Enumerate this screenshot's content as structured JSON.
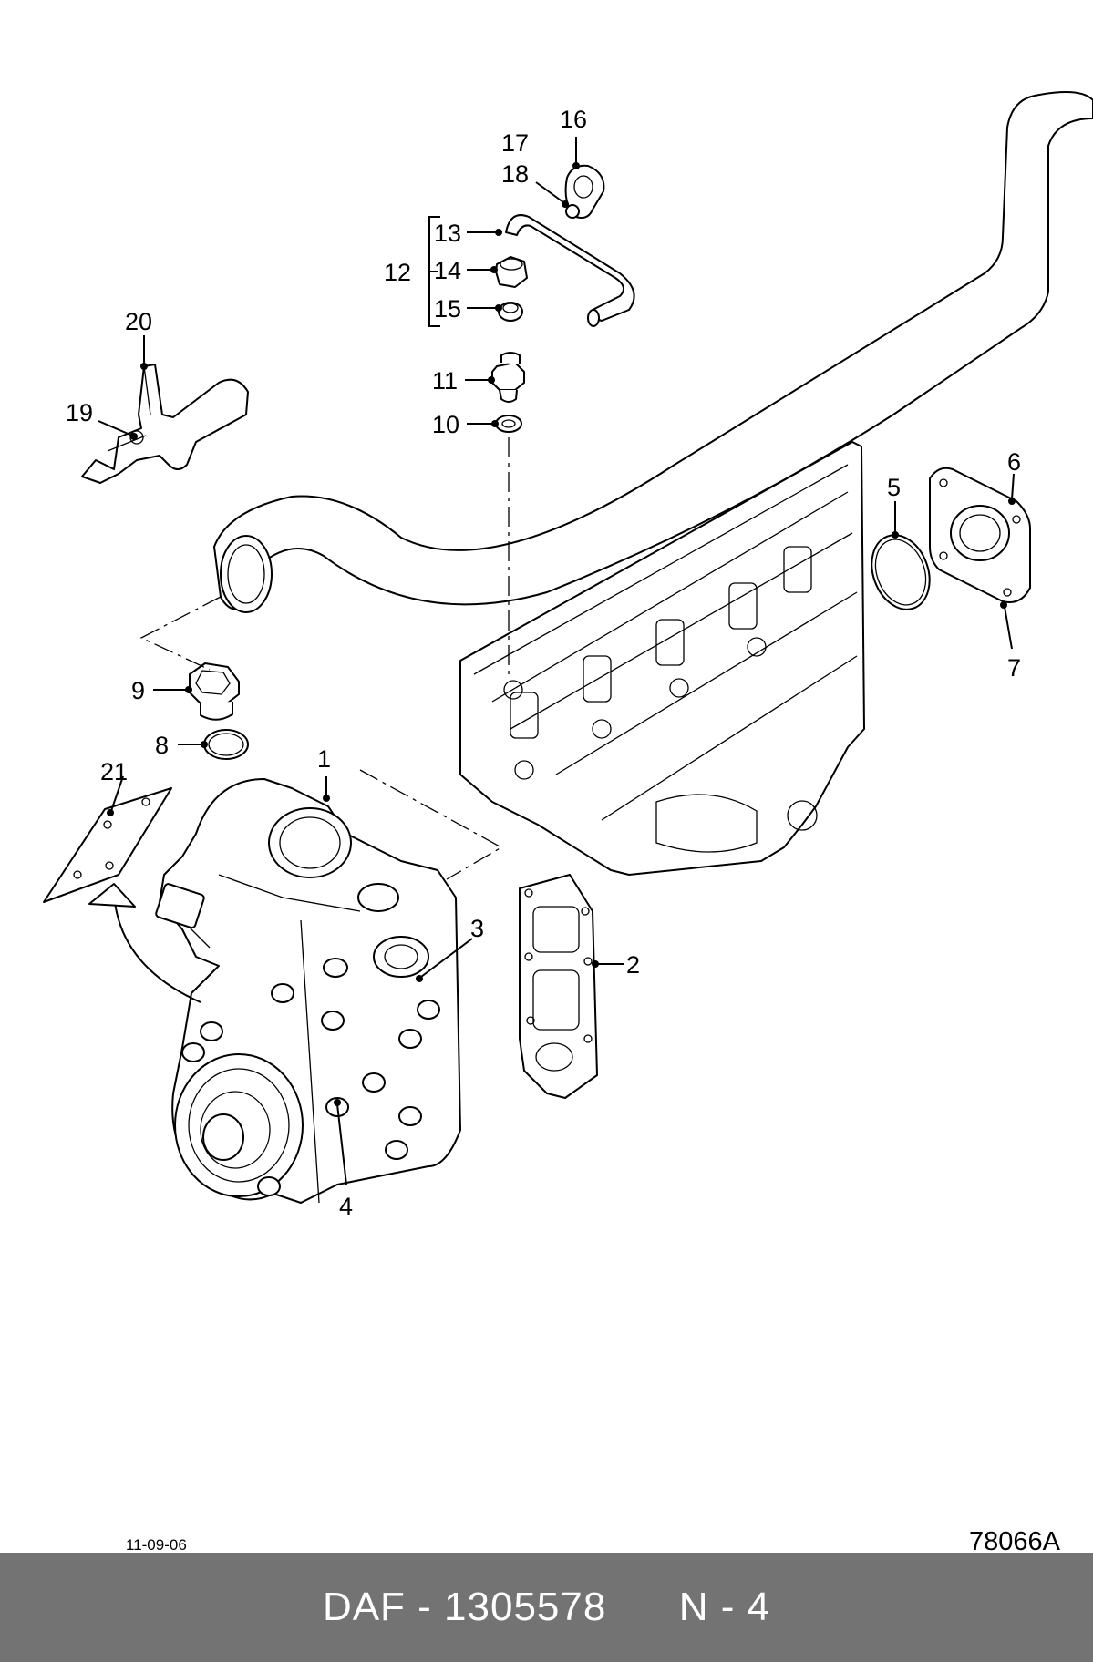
{
  "diagram": {
    "callouts": [
      "1",
      "2",
      "3",
      "4",
      "5",
      "6",
      "7",
      "8",
      "9",
      "10",
      "11",
      "12",
      "13",
      "14",
      "15",
      "16",
      "17",
      "18",
      "19",
      "20",
      "21"
    ],
    "date": "11-09-06",
    "drawing_code": "78066A"
  },
  "banner": {
    "brand": "DAF",
    "separator": " - ",
    "part_number": "1305578",
    "page": "N - 4"
  },
  "colors": {
    "banner_background": "#737373",
    "banner_text": "#ffffff",
    "line": "#000000"
  }
}
